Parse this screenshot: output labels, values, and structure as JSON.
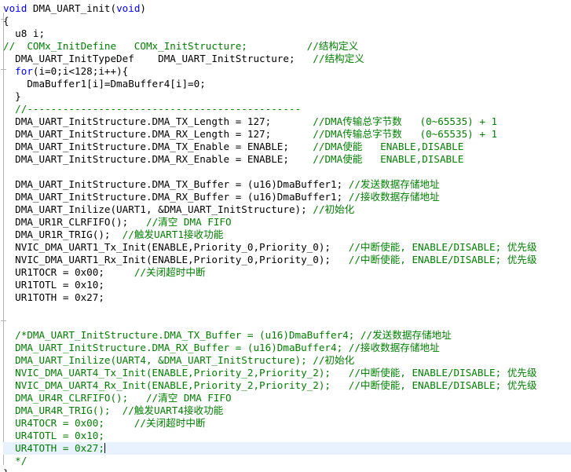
{
  "editor": {
    "language": "C",
    "colors": {
      "keyword": "#0000ff",
      "comment": "#008000",
      "text": "#000000",
      "current_line": "#e8f2fe",
      "background": "#ffffff"
    },
    "current_line_index": 35,
    "lines": [
      [
        {
          "t": "void",
          "c": "kw"
        },
        {
          "t": " DMA_UART_init(",
          "c": ""
        },
        {
          "t": "void",
          "c": "kw"
        },
        {
          "t": ")",
          "c": ""
        }
      ],
      [
        {
          "t": "{",
          "c": ""
        }
      ],
      [
        {
          "t": "  u8 i;",
          "c": ""
        }
      ],
      [
        {
          "t": "//  COMx_InitDefine   COMx_InitStructure;          //结构定义",
          "c": "cm"
        }
      ],
      [
        {
          "t": "  DMA_UART_InitTypeDef    DMA_UART_InitStructure;   ",
          "c": ""
        },
        {
          "t": "//结构定义",
          "c": "cm"
        }
      ],
      [
        {
          "t": "  ",
          "c": ""
        },
        {
          "t": "for",
          "c": "kw"
        },
        {
          "t": "(i=0;i<128;i++){",
          "c": ""
        }
      ],
      [
        {
          "t": "    DmaBuffer1[i]=DmaBuffer4[i]=0;",
          "c": ""
        }
      ],
      [
        {
          "t": "  }",
          "c": ""
        }
      ],
      [
        {
          "t": "  //----------------------------------------------",
          "c": "cm"
        }
      ],
      [
        {
          "t": "  DMA_UART_InitStructure.DMA_TX_Length = 127;       ",
          "c": ""
        },
        {
          "t": "//DMA传输总字节数   (0~65535) + 1",
          "c": "cm"
        }
      ],
      [
        {
          "t": "  DMA_UART_InitStructure.DMA_RX_Length = 127;       ",
          "c": ""
        },
        {
          "t": "//DMA传输总字节数   (0~65535) + 1",
          "c": "cm"
        }
      ],
      [
        {
          "t": "  DMA_UART_InitStructure.DMA_TX_Enable = ENABLE;    ",
          "c": ""
        },
        {
          "t": "//DMA使能   ENABLE,DISABLE",
          "c": "cm"
        }
      ],
      [
        {
          "t": "  DMA_UART_InitStructure.DMA_RX_Enable = ENABLE;    ",
          "c": ""
        },
        {
          "t": "//DMA使能   ENABLE,DISABLE",
          "c": "cm"
        }
      ],
      [
        {
          "t": "",
          "c": ""
        }
      ],
      [
        {
          "t": "  DMA_UART_InitStructure.DMA_TX_Buffer = (u16)DmaBuffer1; ",
          "c": ""
        },
        {
          "t": "//发送数据存储地址",
          "c": "cm"
        }
      ],
      [
        {
          "t": "  DMA_UART_InitStructure.DMA_RX_Buffer = (u16)DmaBuffer1; ",
          "c": ""
        },
        {
          "t": "//接收数据存储地址",
          "c": "cm"
        }
      ],
      [
        {
          "t": "  DMA_UART_Inilize(UART1, &DMA_UART_InitStructure); ",
          "c": ""
        },
        {
          "t": "//初始化",
          "c": "cm"
        }
      ],
      [
        {
          "t": "  DMA_UR1R_CLRFIFO();   ",
          "c": ""
        },
        {
          "t": "//清空 DMA FIFO",
          "c": "cm"
        }
      ],
      [
        {
          "t": "  DMA_UR1R_TRIG();  ",
          "c": ""
        },
        {
          "t": "//触发UART1接收功能",
          "c": "cm"
        }
      ],
      [
        {
          "t": "  NVIC_DMA_UART1_Tx_Init(ENABLE,Priority_0,Priority_0);   ",
          "c": ""
        },
        {
          "t": "//中断使能, ENABLE/DISABLE; 优先级",
          "c": "cm"
        }
      ],
      [
        {
          "t": "  NVIC_DMA_UART1_Rx_Init(ENABLE,Priority_0,Priority_0);   ",
          "c": ""
        },
        {
          "t": "//中断使能, ENABLE/DISABLE; 优先级",
          "c": "cm"
        }
      ],
      [
        {
          "t": "  UR1TOCR = 0x00;     ",
          "c": ""
        },
        {
          "t": "//关闭超时中断",
          "c": "cm"
        }
      ],
      [
        {
          "t": "  UR1TOTL = 0x10;",
          "c": ""
        }
      ],
      [
        {
          "t": "  UR1TOTH = 0x27;",
          "c": ""
        }
      ],
      [
        {
          "t": "",
          "c": ""
        }
      ],
      [
        {
          "t": "",
          "c": ""
        }
      ],
      [
        {
          "t": "  /*DMA_UART_InitStructure.DMA_TX_Buffer = (u16)DmaBuffer4; //发送数据存储地址",
          "c": "cm"
        }
      ],
      [
        {
          "t": "  DMA_UART_InitStructure.DMA_RX_Buffer = (u16)DmaBuffer4; //接收数据存储地址",
          "c": "cm"
        }
      ],
      [
        {
          "t": "  DMA_UART_Inilize(UART4, &DMA_UART_InitStructure); //初始化",
          "c": "cm"
        }
      ],
      [
        {
          "t": "  NVIC_DMA_UART4_Tx_Init(ENABLE,Priority_2,Priority_2);   //中断使能, ENABLE/DISABLE; 优先级",
          "c": "cm"
        }
      ],
      [
        {
          "t": "  NVIC_DMA_UART4_Rx_Init(ENABLE,Priority_2,Priority_2);   //中断使能, ENABLE/DISABLE; 优先级",
          "c": "cm"
        }
      ],
      [
        {
          "t": "  DMA_UR4R_CLRFIFO();   //清空 DMA FIFO",
          "c": "cm"
        }
      ],
      [
        {
          "t": "  DMA_UR4R_TRIG();  //触发UART4接收功能",
          "c": "cm"
        }
      ],
      [
        {
          "t": "  UR4TOCR = 0x00;     //关闭超时中断",
          "c": "cm"
        }
      ],
      [
        {
          "t": "  UR4TOTL = 0x10;",
          "c": "cm"
        }
      ],
      [
        {
          "t": "  UR4TOTH = 0x27;",
          "c": "cm"
        }
      ],
      [
        {
          "t": "  */",
          "c": "cm"
        }
      ],
      [
        {
          "t": "}",
          "c": ""
        }
      ]
    ]
  }
}
